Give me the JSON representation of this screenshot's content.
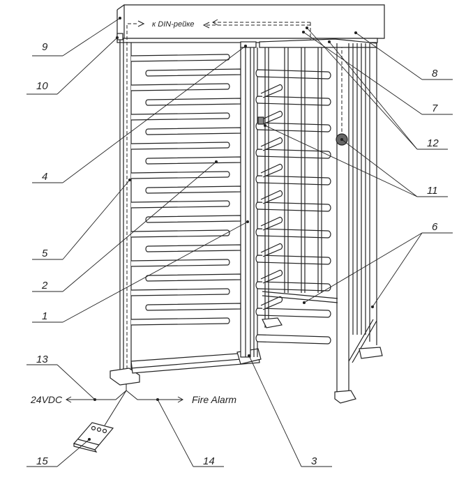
{
  "diagram": {
    "subject": "full-height turnstile assembly",
    "annotations": {
      "din_rail": "к DIN-рейке",
      "power": "24VDC",
      "fire_alarm": "Fire Alarm"
    },
    "callouts": [
      {
        "id": "1",
        "label": "1"
      },
      {
        "id": "2",
        "label": "2"
      },
      {
        "id": "3",
        "label": "3"
      },
      {
        "id": "4",
        "label": "4"
      },
      {
        "id": "5",
        "label": "5"
      },
      {
        "id": "6",
        "label": "6"
      },
      {
        "id": "7",
        "label": "7"
      },
      {
        "id": "8",
        "label": "8"
      },
      {
        "id": "9",
        "label": "9"
      },
      {
        "id": "10",
        "label": "10"
      },
      {
        "id": "11",
        "label": "11"
      },
      {
        "id": "12",
        "label": "12"
      },
      {
        "id": "13",
        "label": "13"
      },
      {
        "id": "14",
        "label": "14"
      },
      {
        "id": "15",
        "label": "15"
      }
    ],
    "colors": {
      "line": "#222222",
      "background": "#ffffff",
      "reader": "#555555"
    }
  }
}
